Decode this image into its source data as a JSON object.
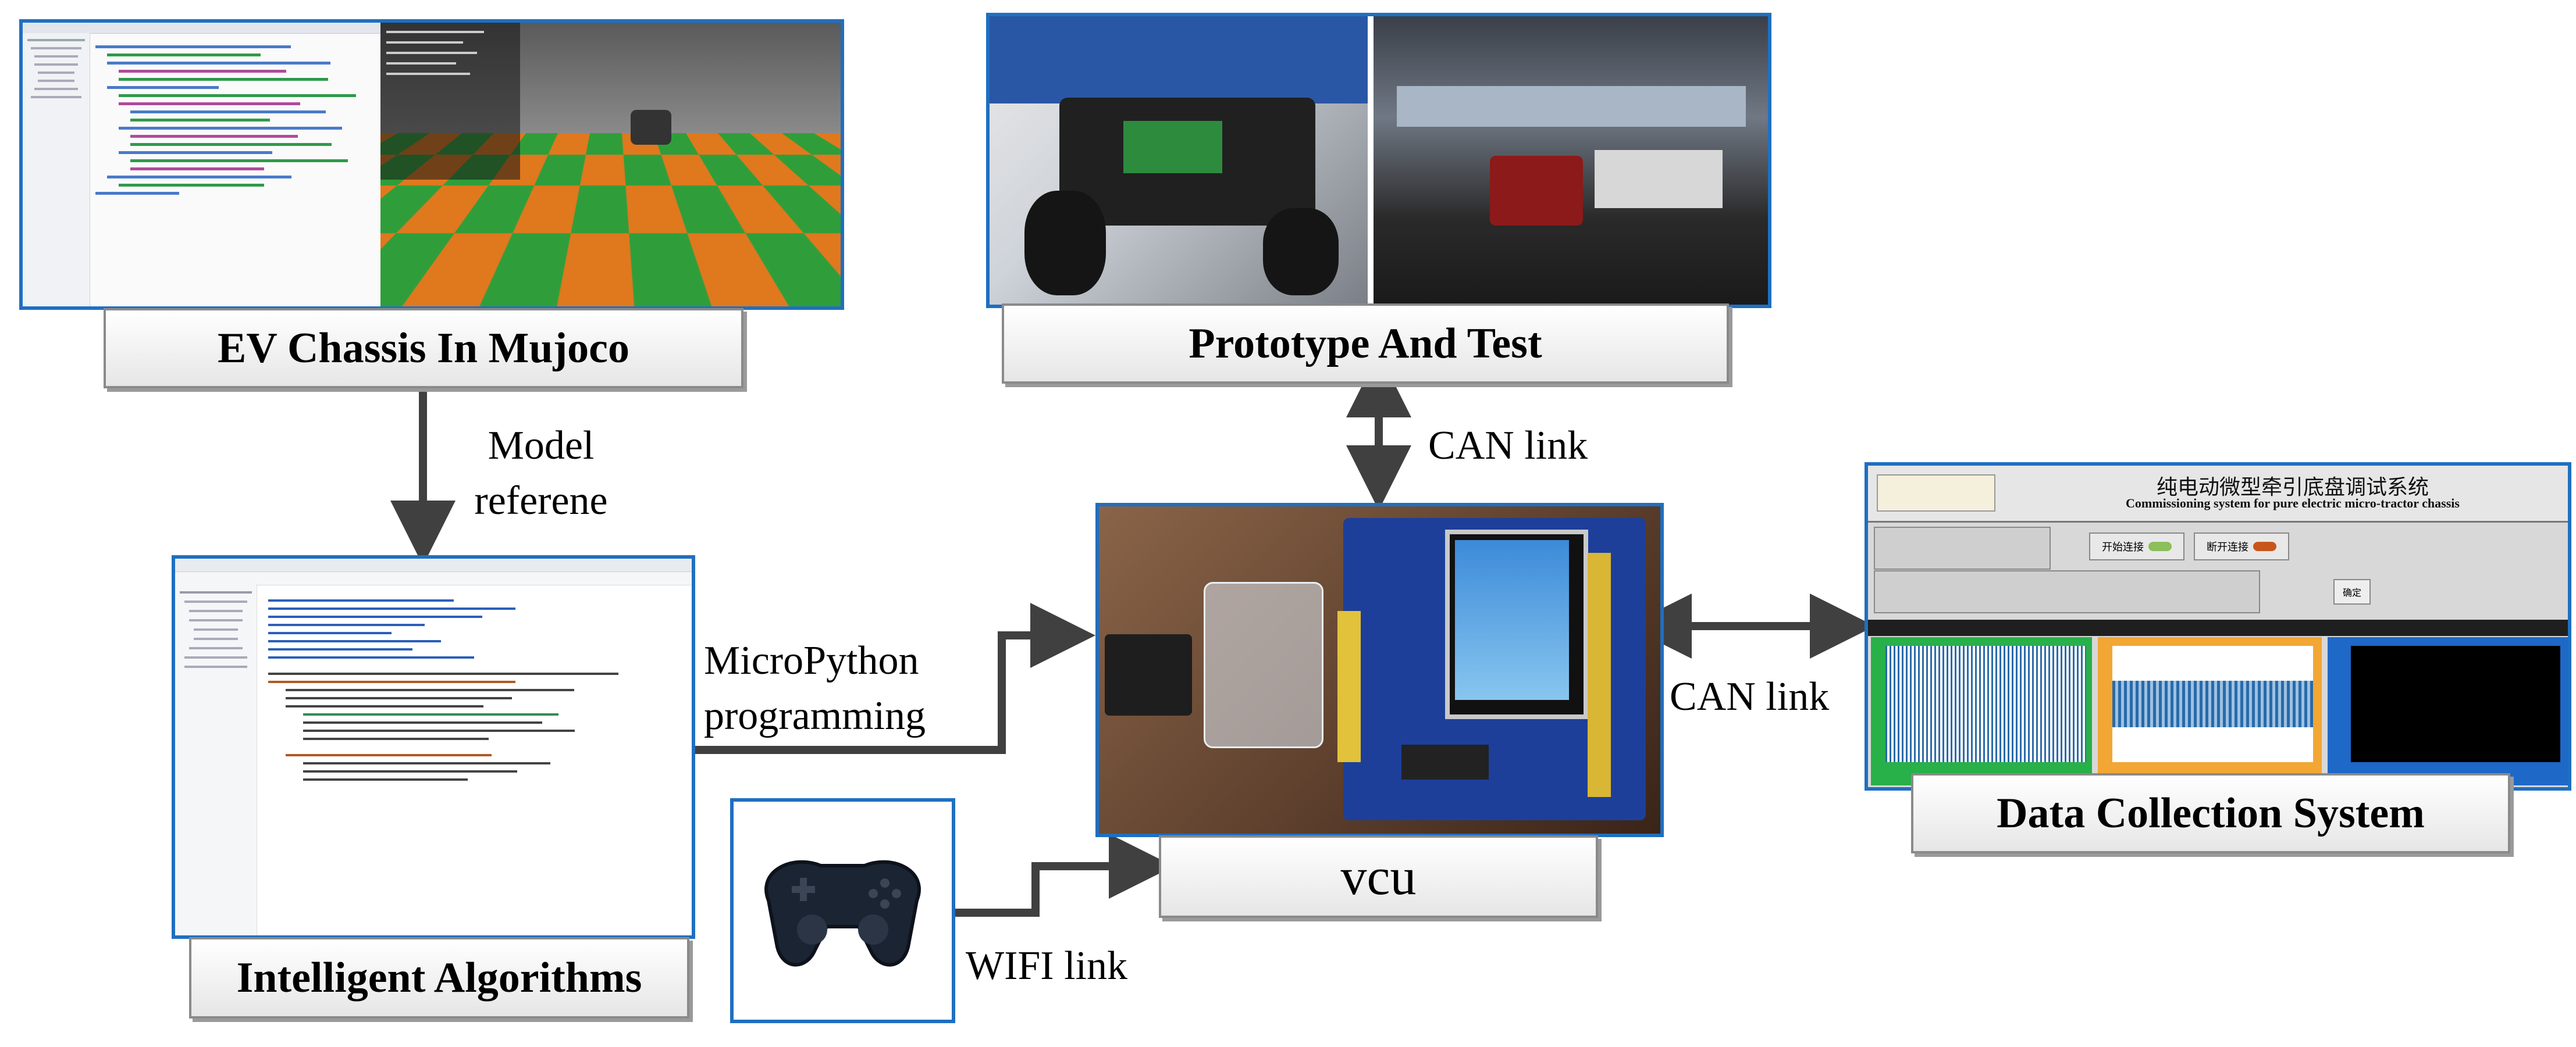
{
  "nodes": {
    "mujoco": {
      "label": "EV Chassis In Mujoco"
    },
    "prototype": {
      "label": "Prototype And Test"
    },
    "algorithms": {
      "label": "Intelligent Algorithms"
    },
    "vcu": {
      "label": "vcu"
    },
    "daq": {
      "label": "Data Collection System",
      "title_cn": "纯电动微型牵引底盘调试系统",
      "title_en": "Commissioning system for pure electric micro-tractor chassis",
      "start_btn": "开始连接",
      "stop_btn": "断开连接",
      "confirm_btn": "确定"
    }
  },
  "edges": {
    "model_ref": "Model\nreferene",
    "micropython": "MicroPython\nprogramming",
    "can_top": "CAN link",
    "can_right": "CAN link",
    "wifi": "WIFI link"
  },
  "colors": {
    "panel_border": "#1f6fc1",
    "arrow": "#404040"
  }
}
